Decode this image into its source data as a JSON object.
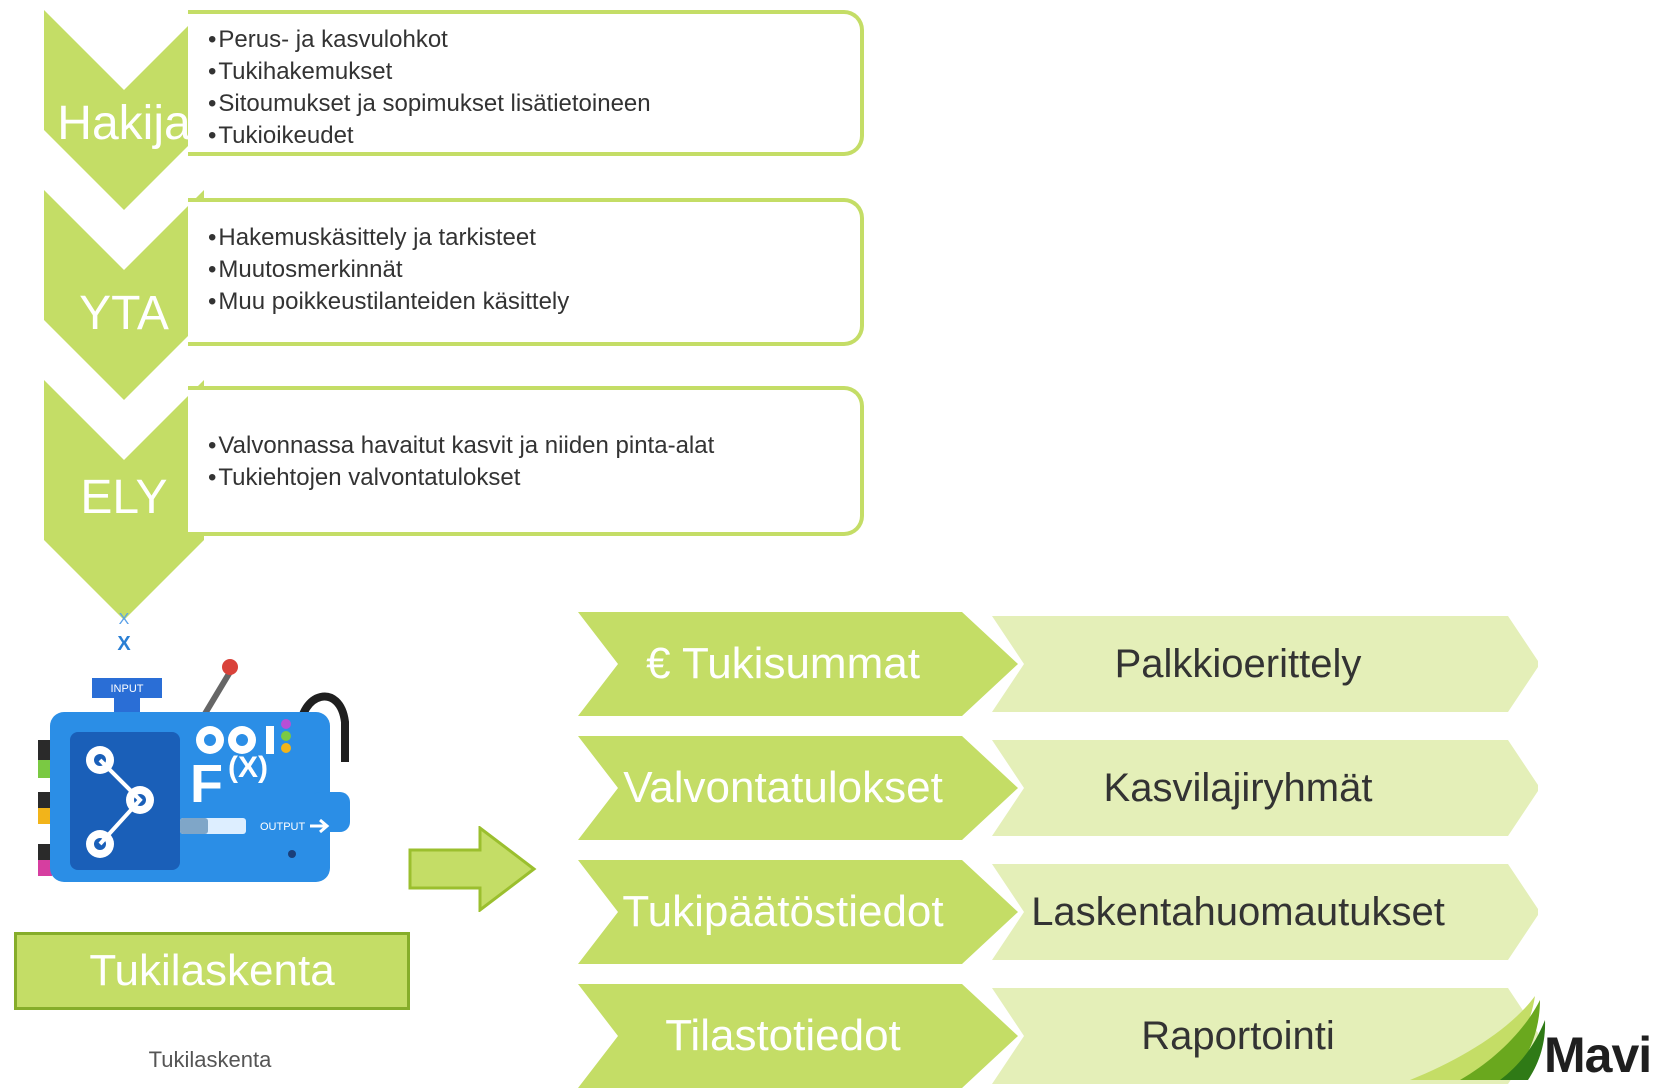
{
  "stages": [
    {
      "label": "Hakija",
      "items": [
        "Perus- ja kasvulohkot",
        "Tukihakemukset",
        "Sitoumukset ja sopimukset lisätietoineen",
        "Tukioikeudet"
      ]
    },
    {
      "label": "YTA",
      "items": [
        "Hakemuskäsittely ja tarkisteet",
        "Muutosmerkinnät",
        "Muu poikkeustilanteiden käsittely"
      ]
    },
    {
      "label": "ELY",
      "items": [
        "Valvonnassa havaitut kasvit ja niiden pinta-alat",
        "Tukiehtojen valvontatulokset"
      ]
    }
  ],
  "machine": {
    "input_label": "INPUT",
    "output_label": "OUTPUT",
    "formula": "F",
    "formula_sup": "(X)",
    "x_mark": "X"
  },
  "tukilaskenta_label": "Tukilaskenta",
  "caption": "Tukilaskenta",
  "outputs": [
    {
      "left": "€ Tukisummat",
      "right": "Palkkioerittely"
    },
    {
      "left": "Valvontatulokset",
      "right": "Kasvilajiryhmät"
    },
    {
      "left": "Tukipäätöstiedot",
      "right": "Laskentahuomautukset"
    },
    {
      "left": "Tilastotiedot",
      "right": "Raportointi"
    }
  ],
  "logo": {
    "text": "Mavi"
  },
  "colors": {
    "green": "#c4dd66",
    "light_green": "#e4efb8",
    "dark_green": "#86ad2a"
  }
}
